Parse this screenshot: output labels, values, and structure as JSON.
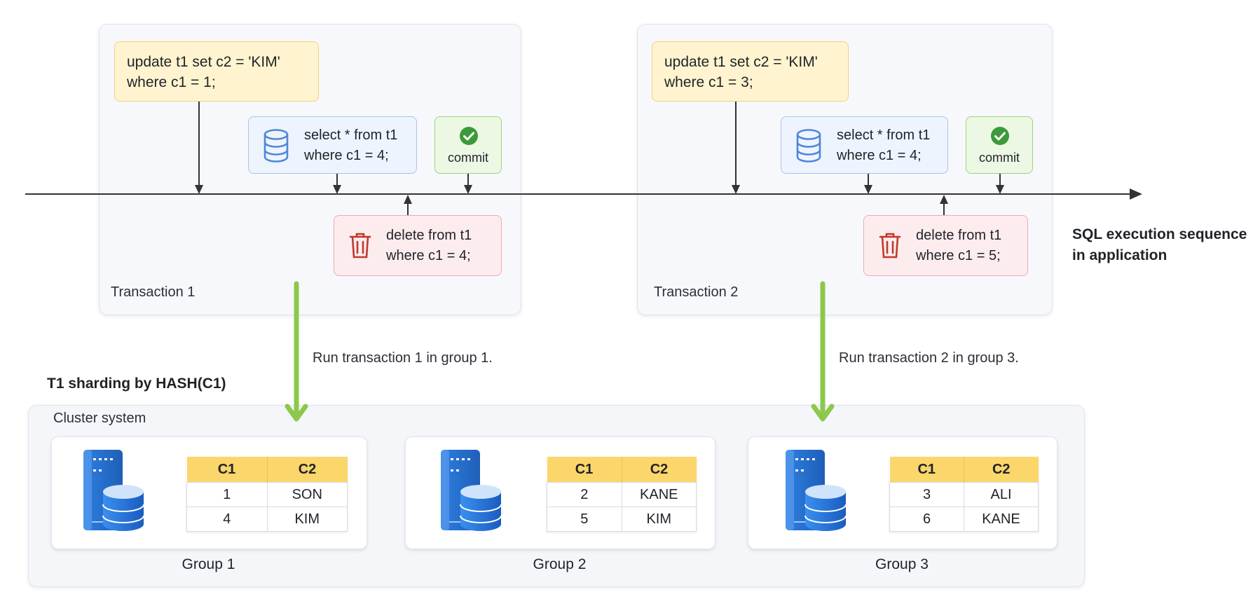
{
  "transactions": [
    {
      "label": "Transaction 1",
      "update": [
        "update t1 set c2 = 'KIM'",
        "where c1 = 1;"
      ],
      "select": [
        "select * from t1",
        "where c1 = 4;"
      ],
      "commit": "commit",
      "delete": [
        "delete from t1",
        "where c1 = 4;"
      ],
      "run_note": "Run transaction 1 in group 1."
    },
    {
      "label": "Transaction 2",
      "update": [
        "update t1 set c2 = 'KIM'",
        "where c1 = 3;"
      ],
      "select": [
        "select * from t1",
        "where c1 = 4;"
      ],
      "commit": "commit",
      "delete": [
        "delete from t1",
        "where c1 = 5;"
      ],
      "run_note": "Run transaction 2 in group 3."
    }
  ],
  "timeline_label": [
    "SQL execution sequence",
    "in application"
  ],
  "sharding_title": "T1 sharding by HASH(C1)",
  "cluster": {
    "label": "Cluster system",
    "groups": [
      {
        "label": "Group 1",
        "headers": [
          "C1",
          "C2"
        ],
        "rows": [
          [
            "1",
            "SON"
          ],
          [
            "4",
            "KIM"
          ]
        ]
      },
      {
        "label": "Group 2",
        "headers": [
          "C1",
          "C2"
        ],
        "rows": [
          [
            "2",
            "KANE"
          ],
          [
            "5",
            "KIM"
          ]
        ]
      },
      {
        "label": "Group 3",
        "headers": [
          "C1",
          "C2"
        ],
        "rows": [
          [
            "3",
            "ALI"
          ],
          [
            "6",
            "KANE"
          ]
        ]
      }
    ]
  },
  "colors": {
    "arrow_green": "#8cc84b",
    "commit_check": "#3d9a3a",
    "trash_red": "#c0392b",
    "db_icon_blue": "#4f86d9",
    "header_yellow": "#fbd66a"
  },
  "icons": [
    "database-icon",
    "check-circle-icon",
    "trash-icon",
    "server-icon"
  ]
}
